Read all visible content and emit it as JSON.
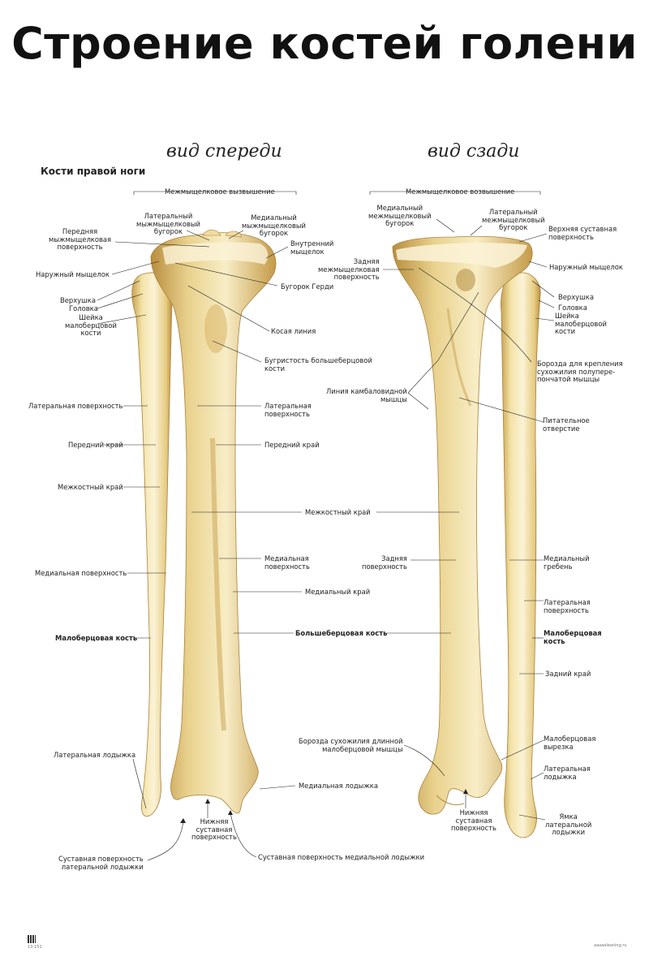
{
  "title": "Строение костей голени",
  "views": {
    "front": "вид спереди",
    "back": "вид сзади"
  },
  "subtitle": "Кости правой ноги",
  "labels": {
    "front_intercondylar": "Межмыщелковое вызвышение",
    "front_lat_tubercle": "Латеральный\nмыжмыщелковый\nбугорок",
    "front_med_tubercle": "Медиальный\nмыжмыщелковый\nбугорок",
    "front_ant_area": "Передняя\nмыжмыщелковая\nповерхность",
    "front_inner_condyle": "Внутренний\nмыщелок",
    "front_outer_condyle": "Наружный мыщелок",
    "front_gerdi": "Бугорок Герди",
    "front_apex": "Верхушка",
    "front_head": "Головка",
    "front_neck": "Шейка\nмалоберцовой\nкости",
    "front_oblique": "Косая линия",
    "front_tuberosity": "Бугристость большеберцовой\nкости",
    "front_fib_lat_surface": "Латеральная поверхность",
    "front_tib_lat_surface": "Латеральная\nповерхность",
    "front_fib_ant_border": "Передний край",
    "front_tib_ant_border": "Передний край",
    "front_fib_interosseous": "Межкостный край",
    "mid_interosseous": "Межкостный край",
    "front_fib_med_surface": "Медиальная поверхность",
    "front_tib_med_surface": "Медиальная\nповерхность",
    "mid_medial_border": "Медиальный край",
    "front_fibula": "Малоберцовая кость",
    "mid_tibia": "Большеберцовая кость",
    "front_lat_malleolus": "Латеральная лодыжка",
    "front_med_malleolus": "Медиальная лодыжка",
    "front_inf_articular": "Нижняя\nсуставная\nповерхность",
    "front_lat_mall_articular": "Суставная поверхность\nлатеральной лодыжки",
    "front_med_mall_articular": "Суставная поверхность медиальной лодыжки",
    "back_intercondylar": "Межмыщелковое возвышение",
    "back_med_tubercle": "Медиальный\nмежмыщелковый\nбугорок",
    "back_lat_tubercle": "Латеральный\nмежмыщелковый\nбугорок",
    "back_sup_articular": "Верхняя суставная\nповерхность",
    "back_post_area": "Задняя\nмежмыщелковая\nповерхность",
    "back_outer_condyle": "Наружный мыщелок",
    "back_apex": "Верхушка",
    "back_head": "Головка",
    "back_neck": "Шейка\nмалоберцовой\nкости",
    "back_groove_semimem": "Борозда для крепления\nсухожилия полупере-\nпончатой мышцы",
    "back_soleal": "Линия камбаловидной\nмышцы",
    "back_nutrient": "Питательное\nотверстие",
    "back_post_surface": "Задняя\nповерхность",
    "back_med_crest": "Медиальный\nгребень",
    "back_lat_surface": "Латеральная\nповерхность",
    "back_fibula": "Малоберцовая\nкость",
    "back_post_border": "Задний край",
    "back_peroneal_groove": "Борозда сухожилия длинной\nмалоберцовой мышцы",
    "back_fib_notch": "Малоберцовая\nвырезка",
    "back_lat_malleolus": "Латеральная\nлодыжка",
    "back_inf_articular": "Нижняя\nсуставная\nповерхность",
    "back_fossa": "Ямка\nлатеральной\nлодыжки"
  },
  "footer": {
    "code": "13-151",
    "site": "aaaaaleaning.ru"
  },
  "colors": {
    "bone_light": "#f6ecc4",
    "bone_mid": "#e8d08a",
    "bone_dark": "#c9a24e",
    "line": "#222222"
  }
}
